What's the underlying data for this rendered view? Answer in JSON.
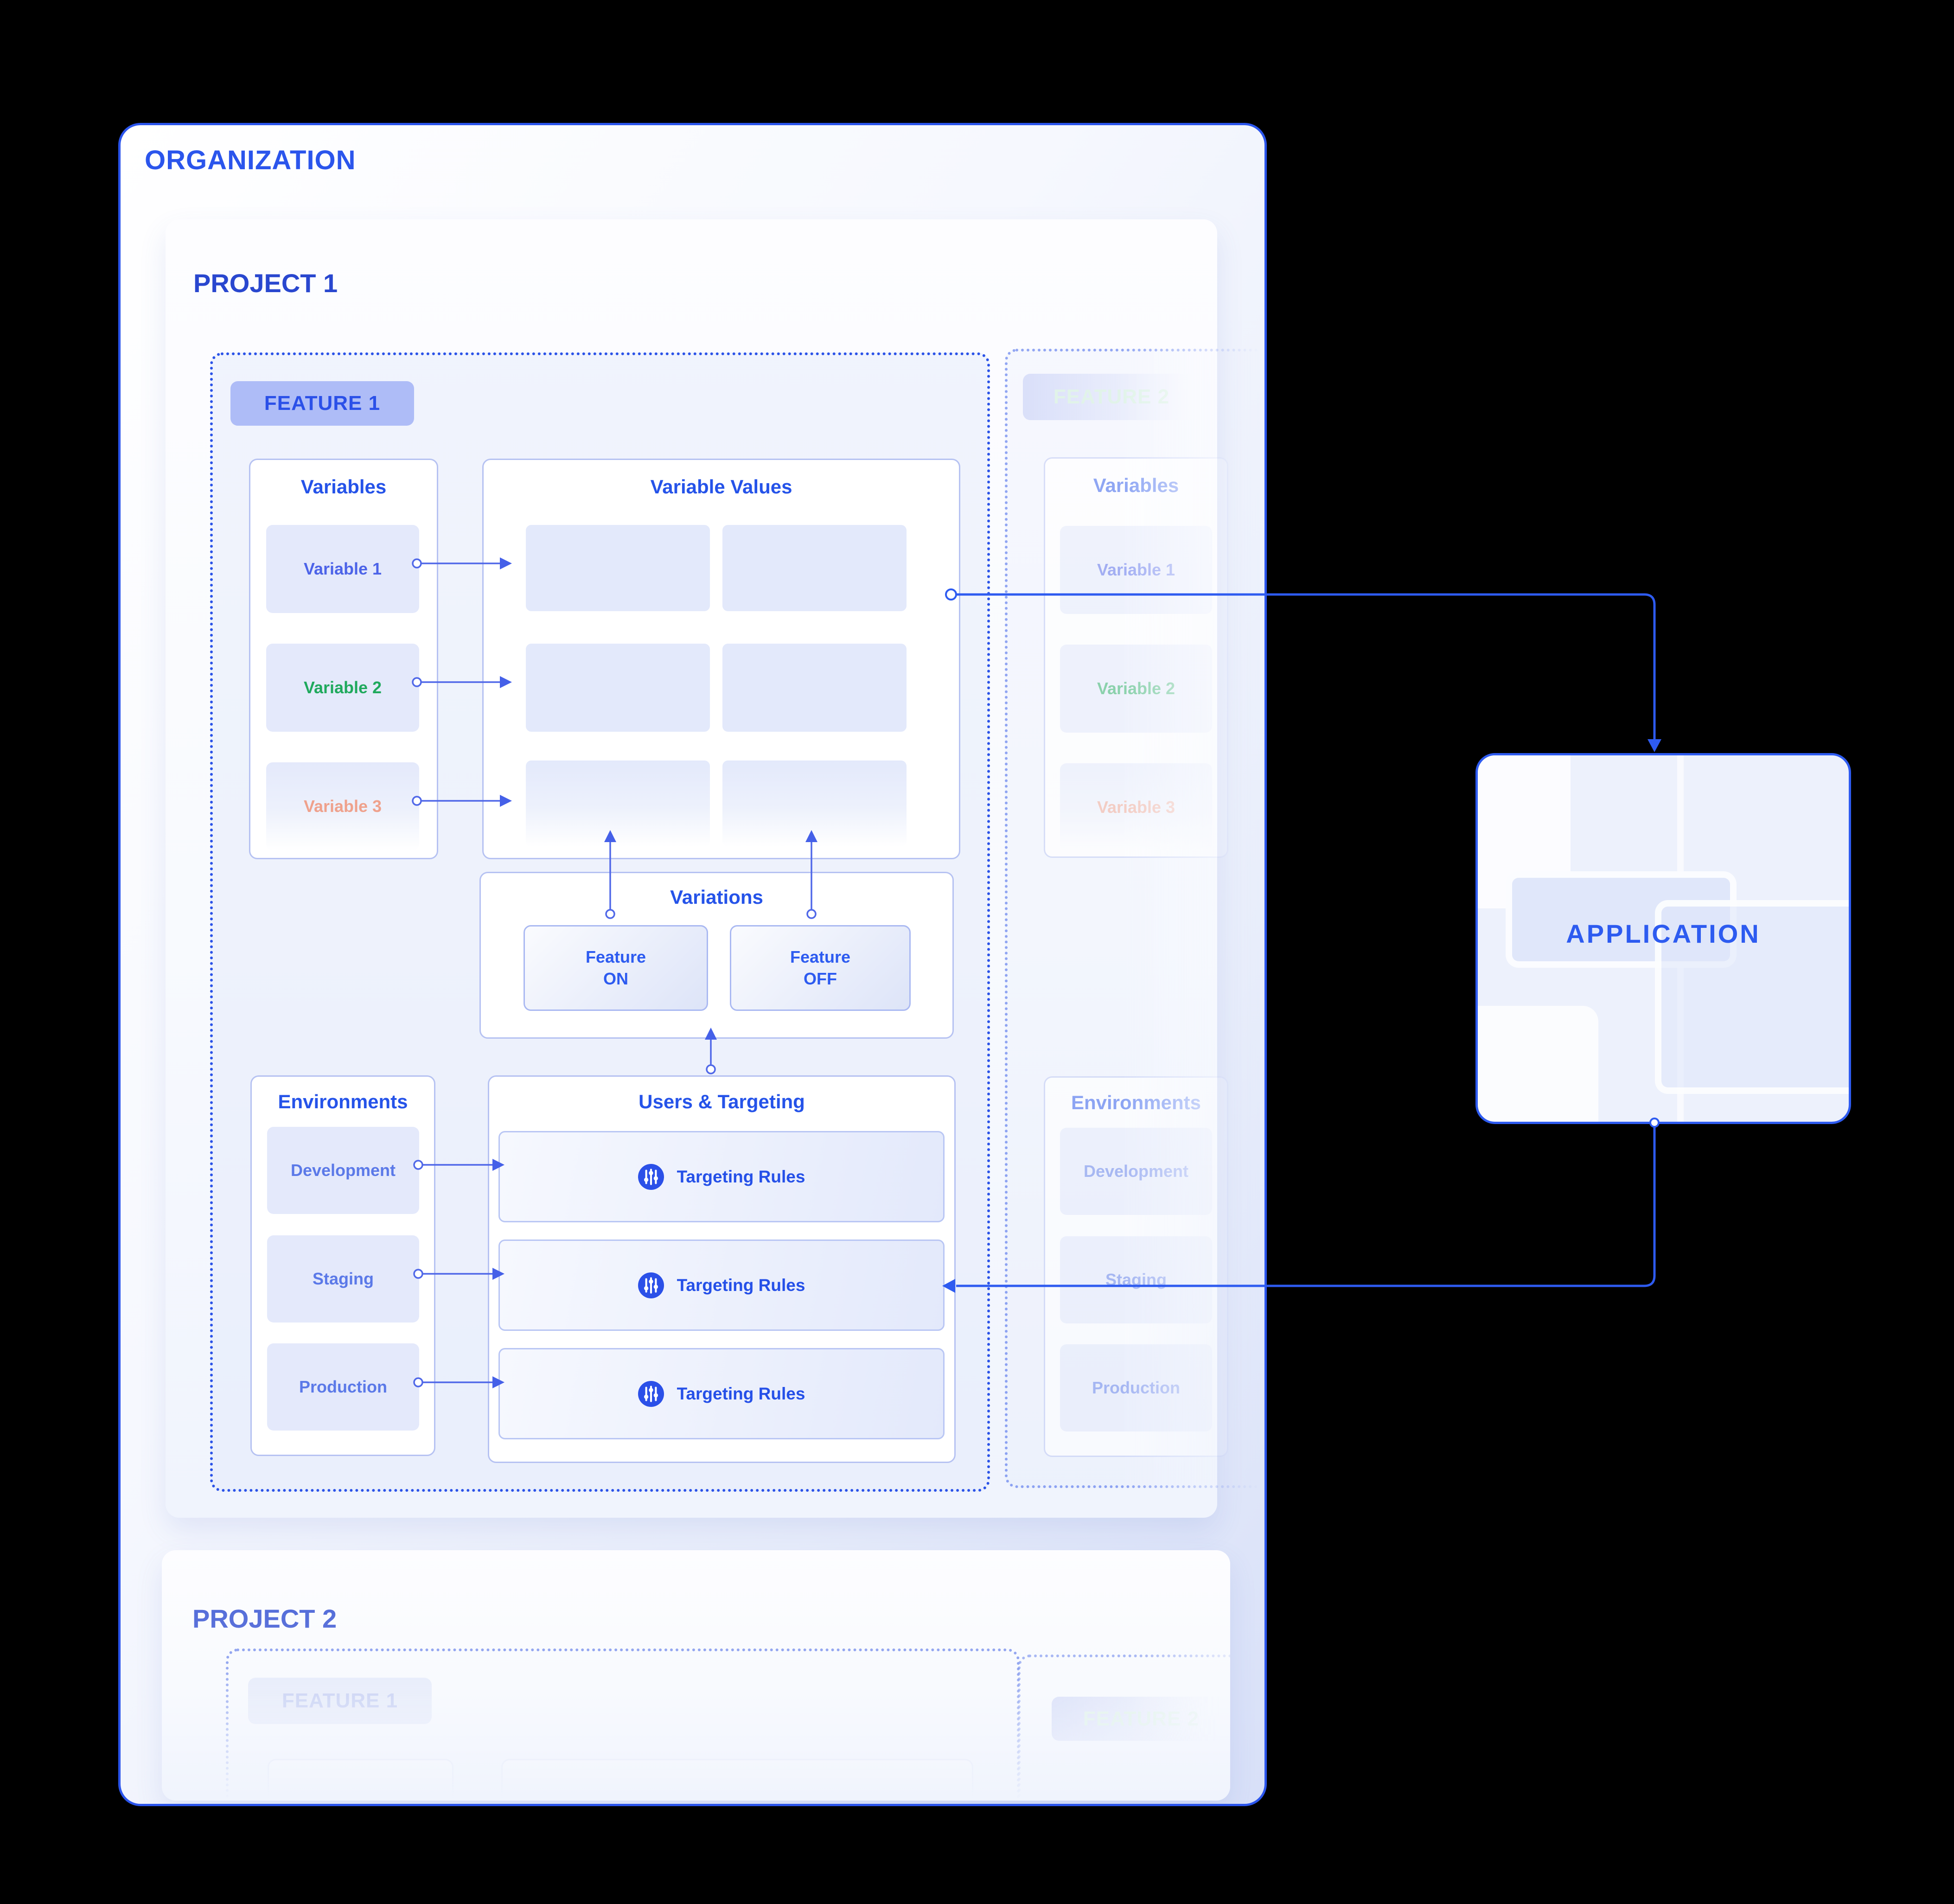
{
  "colors": {
    "accent_blue": "#2b55ec",
    "title_blue": "#2553e9",
    "connector_blue": "#2e5bf0",
    "arrow_blue": "#5068e8",
    "green": "#1fa95d",
    "salmon": "#efa18c",
    "chip_bg": "#aebcf7",
    "item_bg": "#e4e9fb"
  },
  "organization": {
    "label": "ORGANIZATION"
  },
  "application": {
    "label": "APPLICATION"
  },
  "project1": {
    "label": "PROJECT 1",
    "feature1": {
      "chip": "FEATURE 1",
      "variables": {
        "title": "Variables",
        "items": [
          {
            "label": "Variable 1"
          },
          {
            "label": "Variable 2"
          },
          {
            "label": "Variable 3"
          }
        ]
      },
      "variable_values": {
        "title": "Variable Values"
      },
      "variations": {
        "title": "Variations",
        "feature_on": [
          "Feature",
          "ON"
        ],
        "feature_off": [
          "Feature",
          "OFF"
        ]
      },
      "environments": {
        "title": "Environments",
        "items": [
          {
            "label": "Development"
          },
          {
            "label": "Staging"
          },
          {
            "label": "Production"
          }
        ]
      },
      "targeting": {
        "title": "Users & Targeting",
        "rows": [
          {
            "label": "Targeting Rules"
          },
          {
            "label": "Targeting Rules"
          },
          {
            "label": "Targeting Rules"
          }
        ]
      }
    },
    "feature2": {
      "chip": "FEATURE 2",
      "variables": {
        "title": "Variables",
        "items": [
          {
            "label": "Variable 1"
          },
          {
            "label": "Variable 2"
          },
          {
            "label": "Variable 3"
          }
        ]
      },
      "environments": {
        "title": "Environments",
        "items": [
          {
            "label": "Development"
          },
          {
            "label": "Staging"
          },
          {
            "label": "Production"
          }
        ]
      }
    }
  },
  "project2": {
    "label": "PROJECT 2",
    "feature1_chip": "FEATURE 1",
    "feature2_chip": "FEATURE 2"
  }
}
